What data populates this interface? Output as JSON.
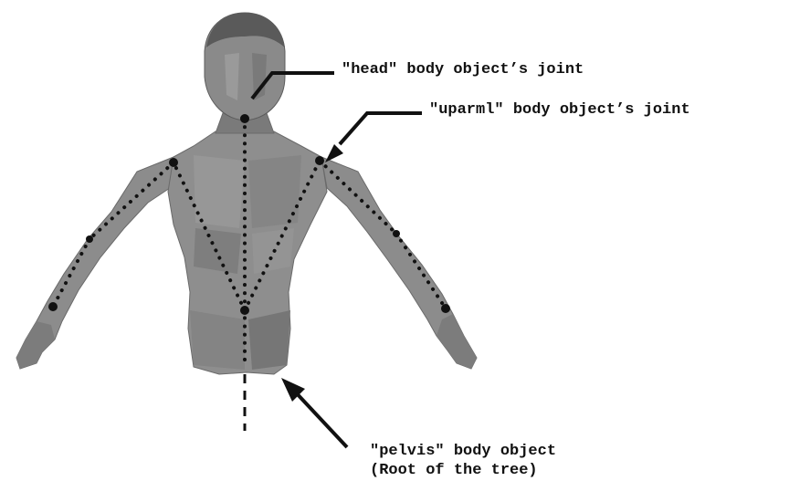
{
  "annotations": {
    "head_joint": "\"head\" body object’s joint",
    "uparml_joint": "\"uparml\" body object’s joint",
    "pelvis_line1": "\"pelvis\" body object",
    "pelvis_line2": "(Root of the tree)"
  },
  "colors": {
    "body_fill": "#8a8a8a",
    "body_shade": "#6f6f6f",
    "body_light": "#a8a8a8",
    "skeleton": "#111111",
    "text": "#111111"
  }
}
